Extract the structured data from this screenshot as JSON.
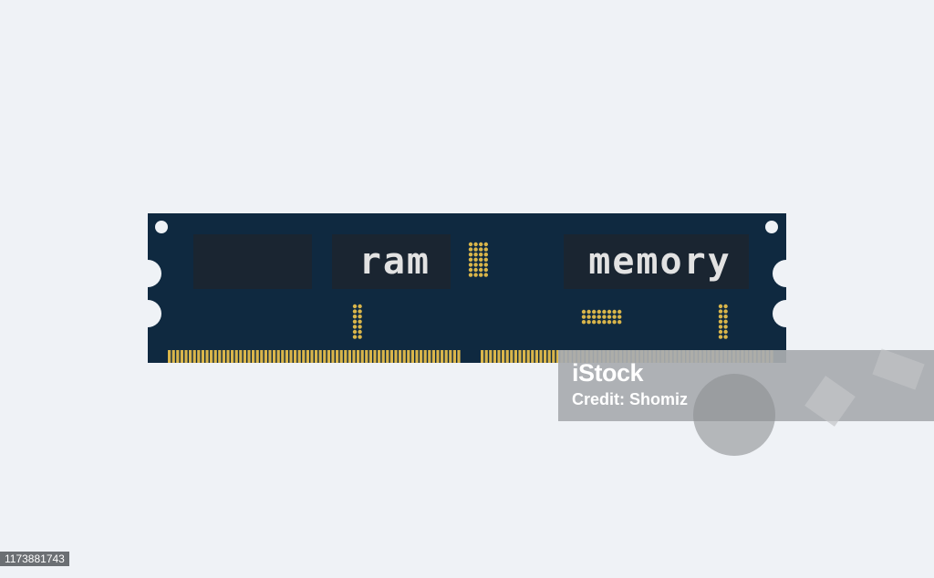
{
  "module": {
    "label_ram": "ram",
    "label_memory": "memory"
  },
  "watermark": {
    "brand": "iStock",
    "credit": "Credit: Shomiz"
  },
  "stock_id": "1173881743",
  "colors": {
    "background": "#eff2f6",
    "pcb": "#0f2940",
    "chip": "#1a2531",
    "gold": "#d9b54a"
  }
}
